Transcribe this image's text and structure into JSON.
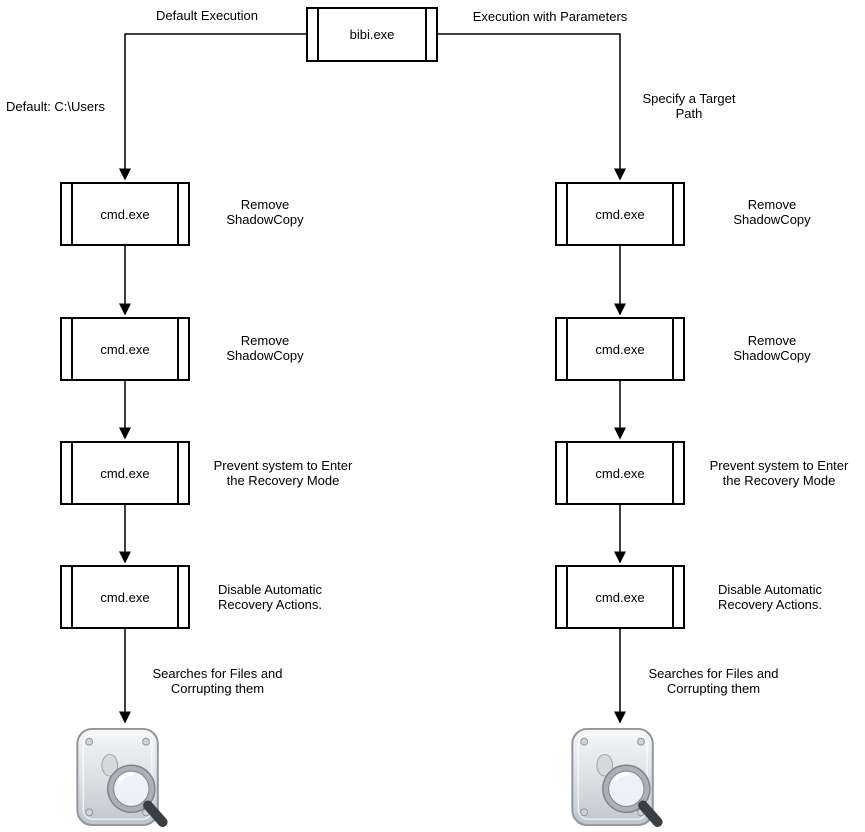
{
  "root": {
    "label": "bibi.exe"
  },
  "branches": {
    "left": {
      "title": "Default Execution",
      "path_note": "Default: C:\\Users",
      "steps": [
        {
          "label": "cmd.exe",
          "note": "Remove\nShadowCopy"
        },
        {
          "label": "cmd.exe",
          "note": "Remove\nShadowCopy"
        },
        {
          "label": "cmd.exe",
          "note": "Prevent system to Enter\nthe Recovery Mode"
        },
        {
          "label": "cmd.exe",
          "note": "Disable Automatic\nRecovery Actions."
        }
      ],
      "final_note": "Searches for Files and\nCorrupting them"
    },
    "right": {
      "title": "Execution with Parameters",
      "path_note": "Specify a Target\nPath",
      "steps": [
        {
          "label": "cmd.exe",
          "note": "Remove\nShadowCopy"
        },
        {
          "label": "cmd.exe",
          "note": "Remove\nShadowCopy"
        },
        {
          "label": "cmd.exe",
          "note": "Prevent system to Enter\nthe Recovery Mode"
        },
        {
          "label": "cmd.exe",
          "note": "Disable Automatic\nRecovery Actions."
        }
      ],
      "final_note": "Searches for Files and\nCorrupting them"
    }
  },
  "icons": {
    "end": "disk-search-icon"
  },
  "colors": {
    "background": "#ffffff",
    "line": "#000000",
    "box_border": "#000000"
  }
}
